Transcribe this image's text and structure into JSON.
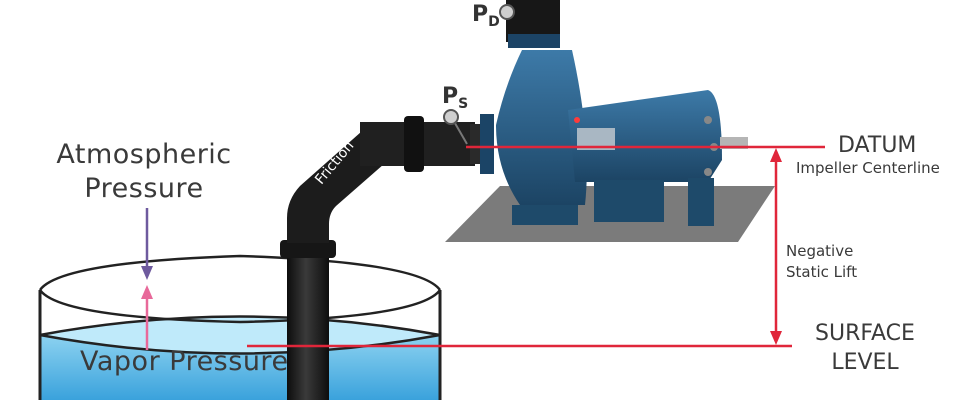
{
  "labels": {
    "atmospheric_line1": "Atmospheric",
    "atmospheric_line2": "Pressure",
    "vapor_pressure": "Vapor Pressure",
    "friction": "Friction",
    "datum": "DATUM",
    "impeller_centerline": "Impeller Centerline",
    "negative_line1": "Negative",
    "negative_line2": "Static Lift",
    "surface_line1": "SURFACE",
    "surface_line2": "LEVEL",
    "ps_main": "P",
    "ps_sub": "S",
    "pd_main": "P",
    "pd_sub": "D"
  },
  "colors": {
    "red_line": "#e0263a",
    "water_light": "#8fd3f0",
    "water_dark": "#3aa8de",
    "pipe": "#1f1f1f",
    "pump_blue": "#2c5f86",
    "base_plate": "#7a7a7a",
    "atmospheric_arrow": "#6e5a9e",
    "vapor_arrow": "#e8699a"
  }
}
